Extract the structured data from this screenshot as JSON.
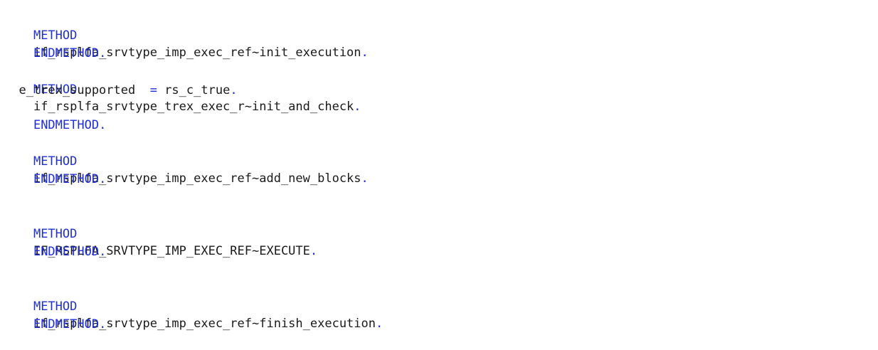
{
  "code": {
    "kw_method": "METHOD",
    "kw_endmethod": "ENDMETHOD",
    "period": ".",
    "lines": [
      {
        "name": "if_rsplfa_srvtype_imp_exec_ref~init_execution"
      },
      {
        "name": "if_rsplfa_srvtype_trex_exec_r~init_and_check"
      },
      {
        "stmt_lhs": "  e_trex_supported",
        "stmt_op": "  =",
        "stmt_rhs": " rs_c_true"
      },
      {
        "name": "if_rsplfa_srvtype_imp_exec_ref~add_new_blocks"
      },
      {
        "name": "IF_RSPLFA_SRVTYPE_IMP_EXEC_REF~EXECUTE"
      },
      {
        "name": "if_rsplfa_srvtype_imp_exec_ref~finish_execution"
      }
    ]
  },
  "colors": {
    "keyword": "#1f2fd6",
    "identifier": "#1a1a1a",
    "background": "#ffffff"
  }
}
